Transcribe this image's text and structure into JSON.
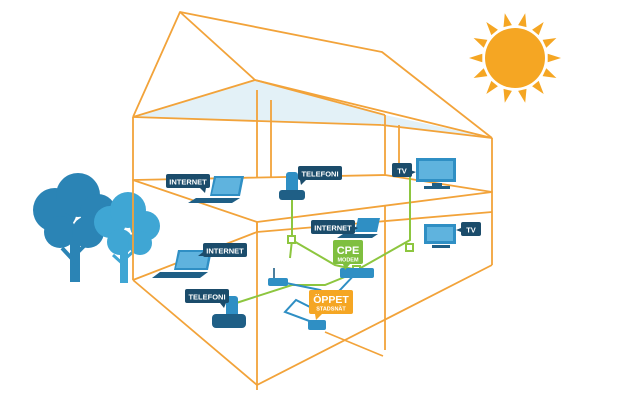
{
  "labels": {
    "internet_upper": "INTERNET",
    "telefoni_upper": "TELEFONI",
    "tv_upper": "TV",
    "internet_middle": "INTERNET",
    "tv_middle": "TV",
    "internet_lower": "INTERNET",
    "telefoni_lower": "TELEFONI",
    "cpe_main": "CPE",
    "cpe_sub": "MODEM",
    "oppet_main": "ÖPPET",
    "oppet_sub": "STADSNÄT"
  },
  "colors": {
    "house_outline": "#f2a33a",
    "roof_glass": "#e3f1f7",
    "floor_fill": "#ffffff",
    "device_blue": "#2f8fc4",
    "device_dark": "#1f5f86",
    "label_bg": "#1b4c6b",
    "cable_green": "#8dc63f",
    "cable_blue": "#2f8fc4",
    "cpe_green": "#7fbf3f",
    "oppet_orange": "#f5a623",
    "sun": "#f5a623",
    "tree_dark": "#2b84b5",
    "tree_light": "#3fa6d4",
    "trunk": "#2b84b5"
  },
  "icons": [
    "sun-icon",
    "tree-icon",
    "laptop-icon",
    "phone-icon",
    "tv-icon",
    "router-icon",
    "fiber-icon"
  ]
}
